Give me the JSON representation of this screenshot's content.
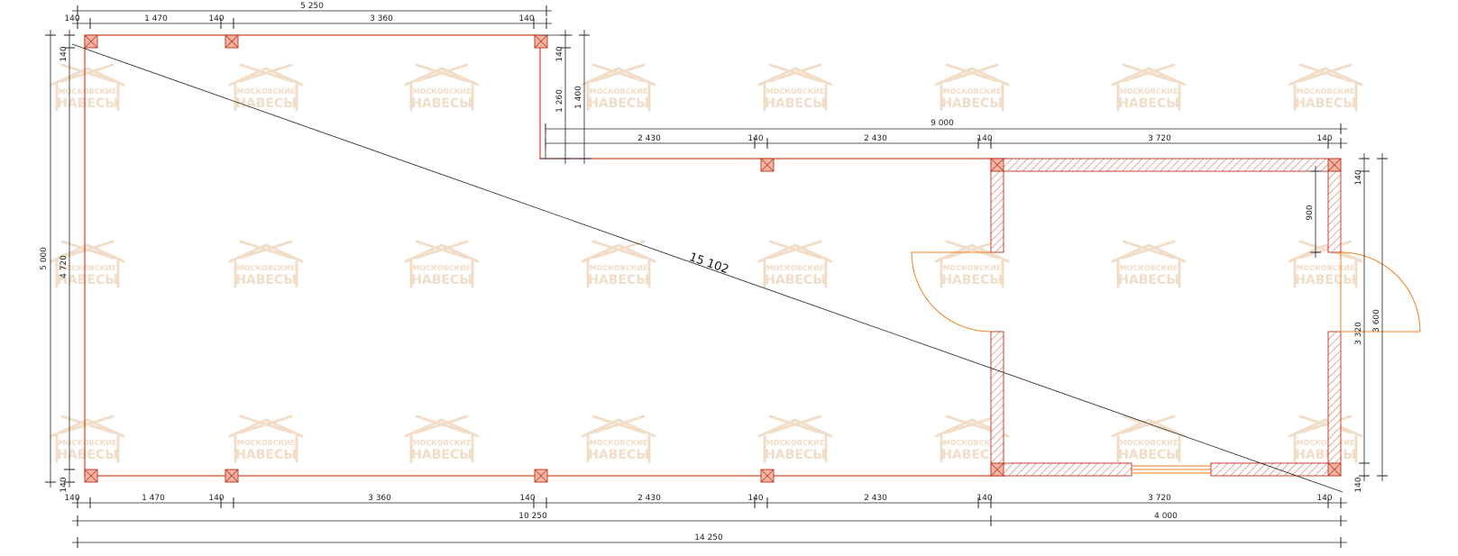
{
  "watermark": {
    "line1": "МОСКОВСКИЕ",
    "line2": "НАВЕСЫ"
  },
  "dimensions": {
    "top_total": "5 250",
    "top_segments": [
      "140",
      "1 470",
      "140",
      "3 360",
      "140"
    ],
    "upper_overall": "9 000",
    "upper_segments": [
      "2 430",
      "140",
      "2 430",
      "140",
      "3 720",
      "140"
    ],
    "bottom_segments": [
      "140",
      "1 470",
      "140",
      "3 360",
      "140",
      "2 430",
      "140",
      "2 430",
      "140",
      "3 720",
      "140"
    ],
    "bottom_sub_left": "10 250",
    "bottom_sub_right": "4 000",
    "bottom_total": "14 250",
    "left_total": "5 000",
    "left_inner": "4 720",
    "left_top_post": "140",
    "left_bottom_post": "140",
    "step_post": "140",
    "step_inner": "1 260",
    "step_total": "1 400",
    "right_top_post": "140",
    "right_bottom_post": "140",
    "right_inner": "3 320",
    "right_total": "3 600",
    "opening_900": "900",
    "diagonal": "15 102"
  },
  "colors": {
    "outline": "#e04020",
    "post_fill": "#f3b6a4",
    "wall_hatch": "#e07060",
    "door_swing": "#f08020",
    "dimension_lines": "#222222",
    "watermark": "#f1ddc8"
  }
}
